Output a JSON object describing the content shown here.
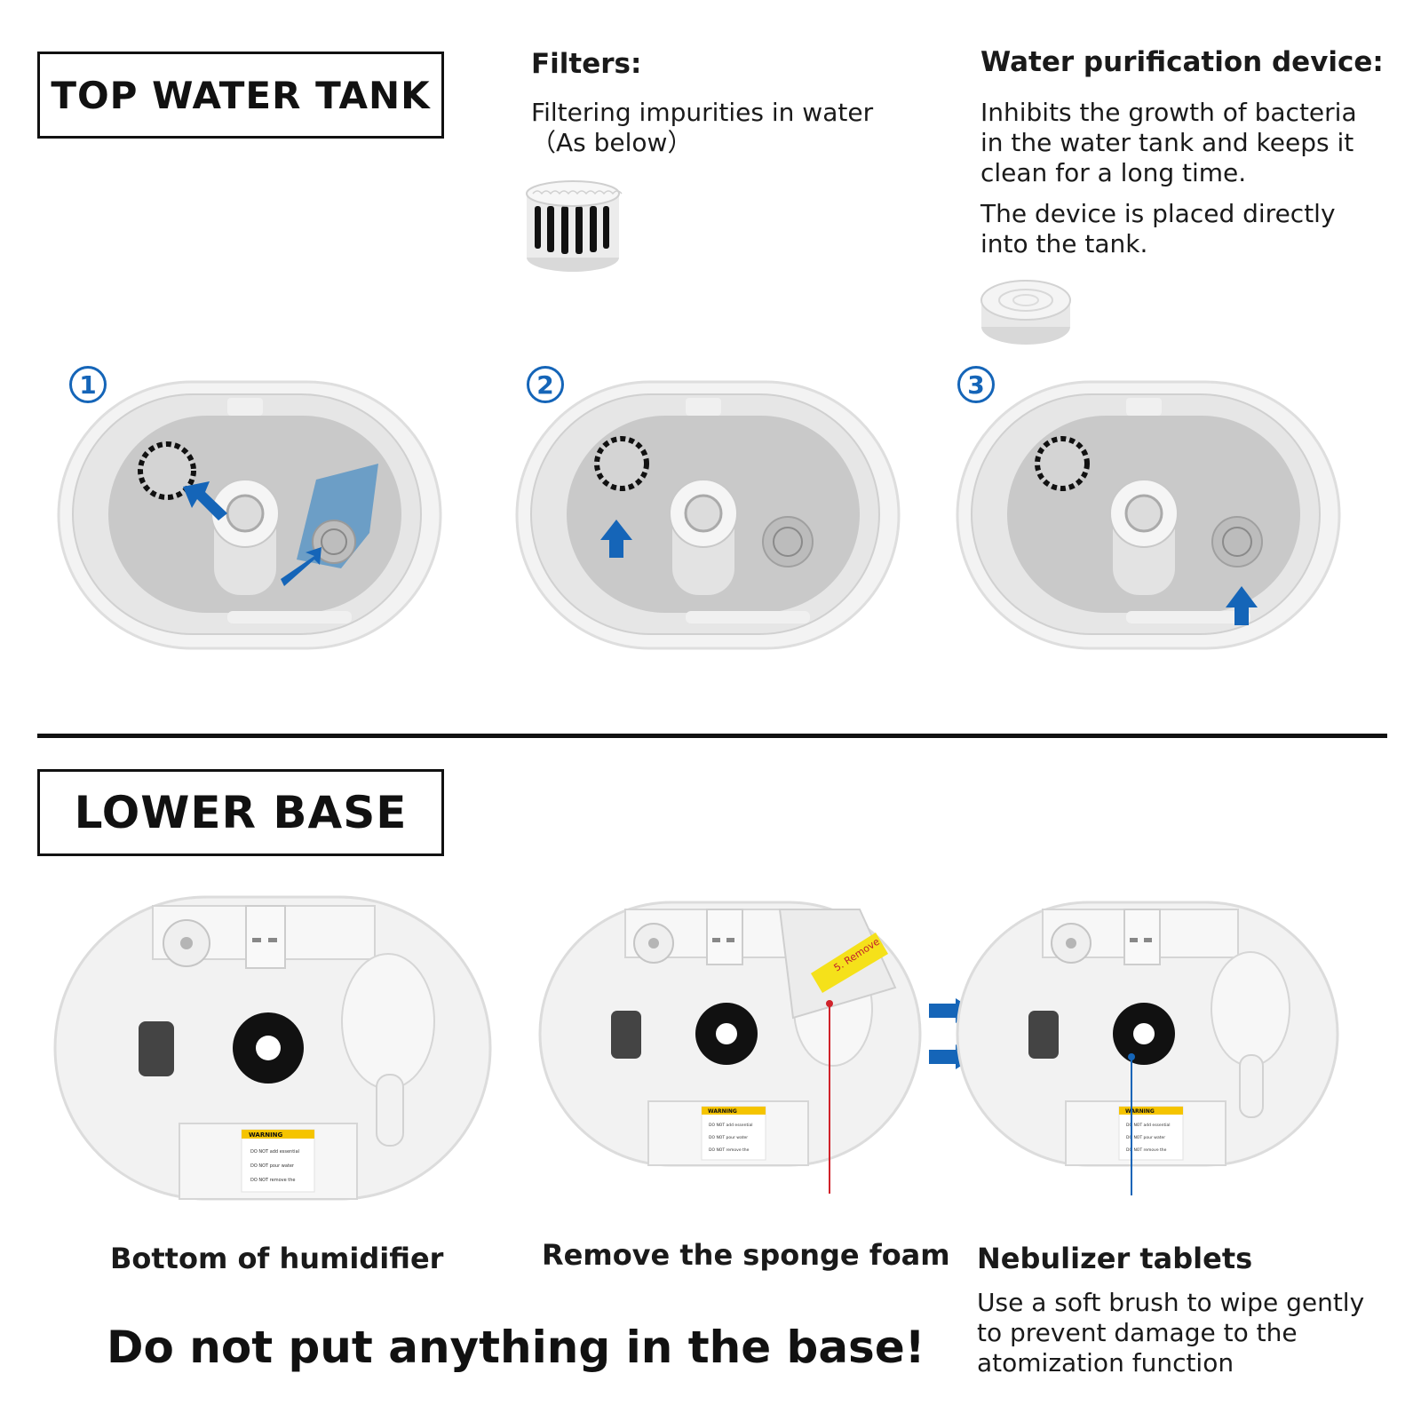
{
  "top_section": {
    "title": "TOP WATER TANK",
    "filters": {
      "heading": "Filters:",
      "description_line1": "Filtering impurities in water",
      "description_line2": "（As below）"
    },
    "purification": {
      "heading": "Water purification device:",
      "line1": "Inhibits the growth of bacteria",
      "line2": "in the water tank and  keeps it",
      "line3": "clean for a long time.",
      "line4": "The device is placed directly",
      "line5": "into the tank."
    },
    "steps": [
      "1",
      "2",
      "3"
    ]
  },
  "lower_section": {
    "title": "LOWER BASE",
    "captions": {
      "bottom": "Bottom of humidifier",
      "remove": "Remove the sponge foam",
      "nebulizer": "Nebulizer tablets"
    },
    "nebulizer_note": {
      "line1": "Use a soft brush to wipe gently",
      "line2": "to prevent damage to the",
      "line3": "atomization function"
    },
    "sponge_tag": "5. Remove",
    "warning_label": "WARNING",
    "warning_line1": "DO NOT add essential",
    "warning_line2": "DO NOT pour water",
    "warning_line3": "DO NOT remove the",
    "warning_text": "Do not put anything in the base!"
  },
  "colors": {
    "accent_blue": "#1565b8",
    "pointer_red": "#d0222a",
    "tag_yellow": "#f5e11a",
    "ink": "#111111"
  }
}
